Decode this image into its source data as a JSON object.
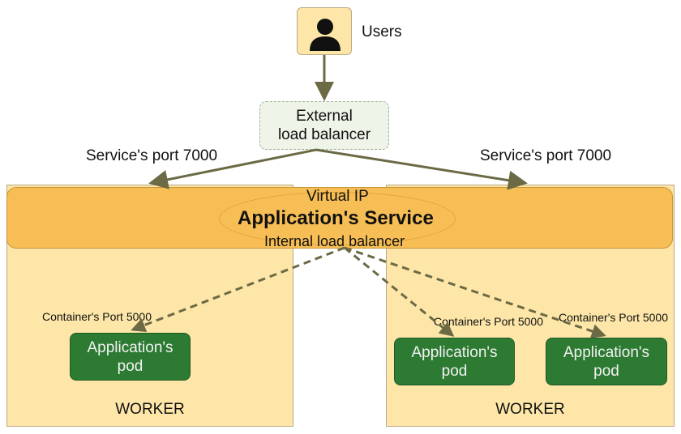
{
  "users": {
    "label": "Users"
  },
  "external_lb": {
    "label": "External\nload balancer"
  },
  "service_port_left": "Service's port 7000",
  "service_port_right": "Service's port 7000",
  "service": {
    "virtual_ip": "Virtual IP",
    "title": "Application's Service",
    "subtitle": "Internal load balancer"
  },
  "workers": [
    {
      "label": "WORKER",
      "pods": [
        {
          "port_label": "Container's Port 5000",
          "label": "Application's\npod"
        }
      ]
    },
    {
      "label": "WORKER",
      "pods": [
        {
          "port_label": "Container's Port 5000",
          "label": "Application's\npod"
        },
        {
          "port_label": "Container's Port 5000",
          "label": "Application's\npod"
        }
      ]
    }
  ],
  "colors": {
    "worker_fill": "#fde6a8",
    "service_fill": "#f6be54",
    "pod_fill": "#2d7a33",
    "lb_fill": "#eef4e8",
    "arrow": "#6b6a45"
  }
}
